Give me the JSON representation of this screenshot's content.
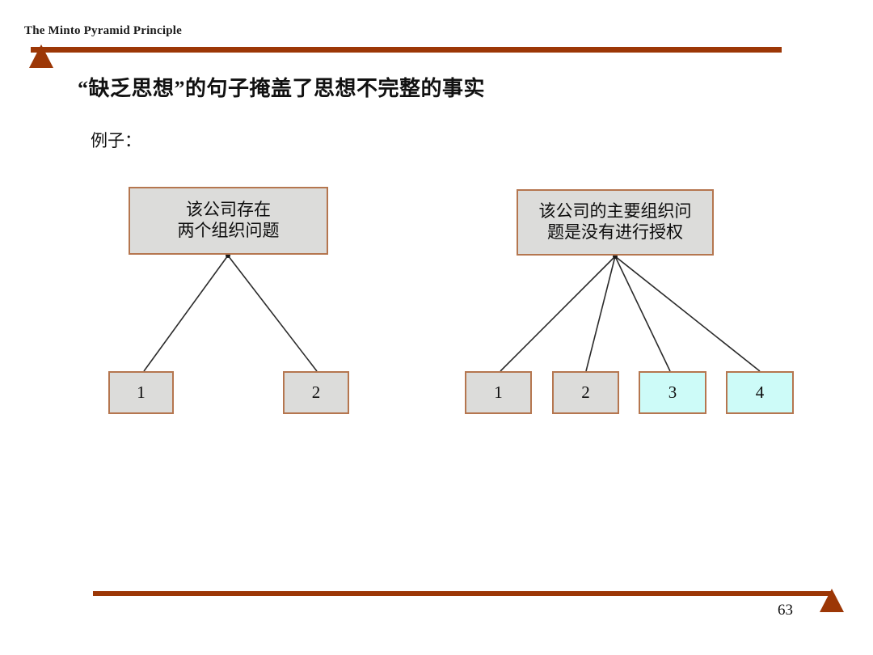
{
  "header": {
    "title": "The Minto Pyramid Principle",
    "rule_color": "#9c3706",
    "triangle_icon": "triangle-up-icon"
  },
  "slide": {
    "title": "“缺乏思想”的句子掩盖了思想不完整的事实",
    "example_label": "例子：",
    "page_number": "63"
  },
  "colors": {
    "accent": "#9c3706",
    "box_border": "#b5764f",
    "box_fill_gray": "#dcdcda",
    "box_fill_cyan": "#cdfbf8",
    "connector": "#2b2b2b",
    "text": "#111111"
  },
  "diagrams": {
    "left": {
      "top_node": {
        "line1": "该公司存在",
        "line2": "两个组织问题",
        "fill": "gray"
      },
      "leaves": [
        {
          "label": "1",
          "fill": "gray"
        },
        {
          "label": "2",
          "fill": "gray"
        }
      ]
    },
    "right": {
      "top_node": {
        "line1": "该公司的主要组织问",
        "line2": "题是没有进行授权",
        "fill": "gray"
      },
      "leaves": [
        {
          "label": "1",
          "fill": "gray"
        },
        {
          "label": "2",
          "fill": "gray"
        },
        {
          "label": "3",
          "fill": "cyan"
        },
        {
          "label": "4",
          "fill": "cyan"
        }
      ]
    }
  }
}
